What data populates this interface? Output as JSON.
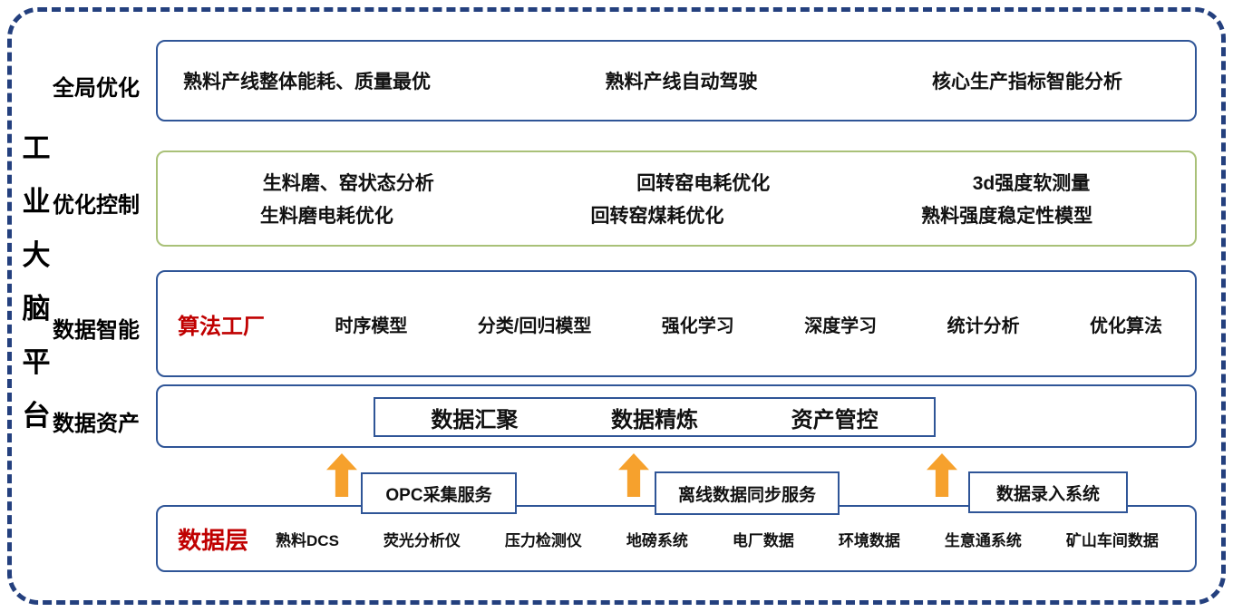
{
  "title": {
    "text": "工业大脑平台",
    "chars": [
      "工",
      "业",
      "大",
      "脑",
      "平",
      "台"
    ]
  },
  "layers": {
    "global_opt": {
      "label": "全局优化",
      "items": [
        "熟料产线整体能耗、质量最优",
        "熟料产线自动驾驶",
        "核心生产指标智能分析"
      ]
    },
    "opt_control": {
      "label": "优化控制",
      "row1": [
        "生料磨、窑状态分析",
        "回转窑电耗优化",
        "3d强度软测量"
      ],
      "row2": [
        "生料磨电耗优化",
        "回转窑煤耗优化",
        "熟料强度稳定性模型"
      ]
    },
    "data_intel": {
      "label": "数据智能",
      "factory": "算法工厂",
      "items": [
        "时序模型",
        "分类/回归模型",
        "强化学习",
        "深度学习",
        "统计分析",
        "优化算法"
      ]
    },
    "data_asset": {
      "label": "数据资产",
      "items": [
        "数据汇聚",
        "数据精炼",
        "资产管控"
      ]
    }
  },
  "ingest": {
    "services": [
      "OPC采集服务",
      "离线数据同步服务",
      "数据录入系统"
    ]
  },
  "data_layer": {
    "label": "数据层",
    "items": [
      "熟料DCS",
      "荧光分析仪",
      "压力检测仪",
      "地磅系统",
      "电厂数据",
      "环境数据",
      "生意通系统",
      "矿山车间数据"
    ]
  },
  "colors": {
    "frame_navy": "#24407E",
    "box_blue": "#2F5597",
    "box_green": "#A9C178",
    "accent_red": "#C00000",
    "arrow_orange": "#F6A12D"
  }
}
